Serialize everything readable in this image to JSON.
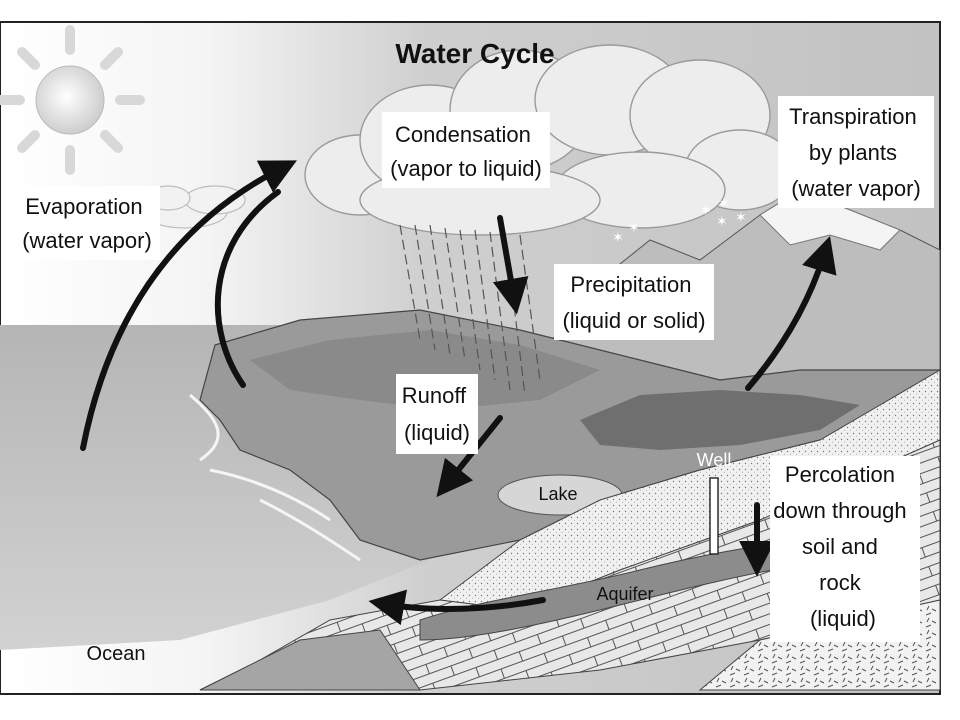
{
  "title": "Water Cycle",
  "labels": {
    "condensation": [
      "Condensation",
      "(vapor to liquid)"
    ],
    "transpiration": [
      "Transpiration",
      "by plants",
      "(water vapor)"
    ],
    "evaporation": [
      "Evaporation",
      "(water vapor)"
    ],
    "precipitation": [
      "Precipitation",
      "(liquid or solid)"
    ],
    "runoff": [
      "Runoff",
      "(liquid)"
    ],
    "well": "Well",
    "percolation": [
      "Percolation",
      "down through",
      "soil and",
      "rock",
      "(liquid)"
    ],
    "lake": "Lake",
    "aquifer": "Aquifer",
    "ocean": "Ocean"
  },
  "icons": [
    "sun-icon",
    "cloud-icon",
    "snowflake-icon"
  ],
  "colors": {
    "arrow": "#111111",
    "sky_left": "#ffffff",
    "sky_right": "#cfcfcf",
    "ocean": "#c4c4c4",
    "land": "#9a9a9a",
    "rock": "#e6e6e6",
    "frame": "#222222"
  }
}
